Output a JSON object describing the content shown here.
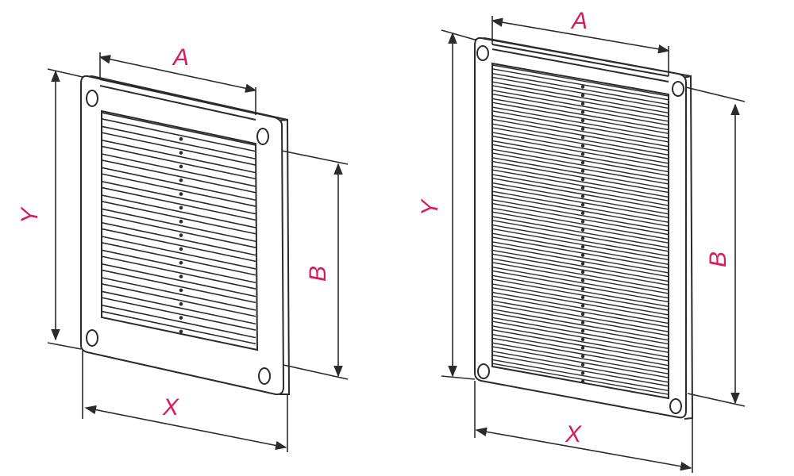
{
  "colors": {
    "outline": "#2b2b2b",
    "label": "#d81b60",
    "background": "#ffffff"
  },
  "diagrams": [
    {
      "name": "small-grille",
      "slat_count": 15,
      "labels": {
        "width_outer": "X",
        "height_outer": "Y",
        "width_inner": "A",
        "height_inner": "B"
      }
    },
    {
      "name": "large-grille",
      "slat_count": 36,
      "labels": {
        "width_outer": "X",
        "height_outer": "Y",
        "width_inner": "A",
        "height_inner": "B"
      }
    }
  ]
}
